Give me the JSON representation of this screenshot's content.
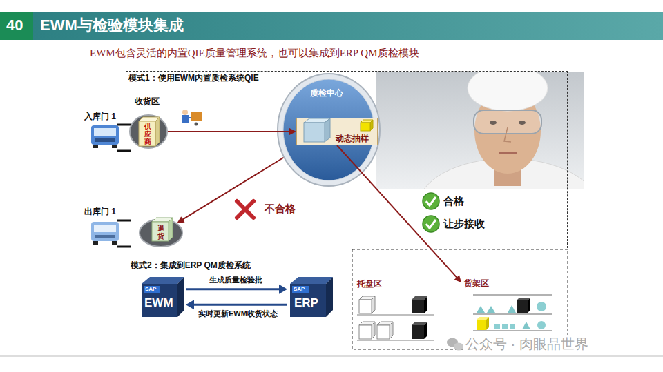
{
  "diagram": {
    "title": "EWM与检验模块集成",
    "nodes": [
      {
        "text": [
          "模式1：使用EWM内置质检系统QIE"
        ]
      },
      {
        "text": [
          "收货区",
          "供应商"
        ],
        "in": 0
      },
      {
        "text": [
          "质检中心"
        ],
        "in": 0
      },
      {
        "text": [
          "动态抽样"
        ],
        "in": 2
      },
      {
        "text": [
          "退货"
        ],
        "in": 0
      },
      {
        "text": [
          "模式2：集成到ERP QM质检系统"
        ]
      },
      {
        "text": [
          "SAP",
          "EWM"
        ],
        "in": 5
      },
      {
        "text": [
          "SAP",
          "ERP"
        ],
        "in": 5
      },
      {
        "text": [
          "托盘区"
        ]
      },
      {
        "text": [
          "货架区"
        ]
      }
    ],
    "edges": [
      {
        "from": 1,
        "to": 3,
        "arrow": "to"
      },
      {
        "from": 2,
        "to": 4,
        "label": "不合格",
        "arrow": "to"
      },
      {
        "from": 3,
        "to": 9,
        "label": "合格",
        "arrow": "to"
      },
      {
        "from": 6,
        "to": 7,
        "label": "生成质量检验批",
        "arrow": "to"
      },
      {
        "from": 7,
        "to": 6,
        "label": "实时更新EWM收货状态",
        "arrow": "to"
      }
    ],
    "labels": [
      "40",
      "EWM包含灵活的内置QIE质量管理系统，也可以集成到ERP QM质检模块",
      "入库门 1",
      "出库门 1",
      "让步接收",
      "公众号 · 肉眼品世界"
    ]
  }
}
